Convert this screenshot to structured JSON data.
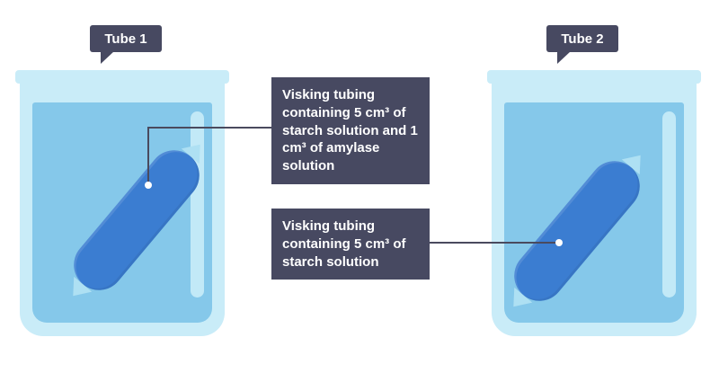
{
  "diagram": {
    "tube1": {
      "tag": "Tube 1",
      "note": "Visking tubing containing 5 cm³ of starch solution and 1 cm³ of amylase solution"
    },
    "tube2": {
      "tag": "Tube 2",
      "note": "Visking tubing containing 5 cm³ of starch solution"
    }
  },
  "colors": {
    "beaker_wall": "#c9ecf8",
    "water": "#85c8ea",
    "tubing": "#3b7dd1",
    "knot": "#aee0f3",
    "label_bg": "#474961",
    "label_text": "#ffffff",
    "connector": "#4a4a5e"
  }
}
